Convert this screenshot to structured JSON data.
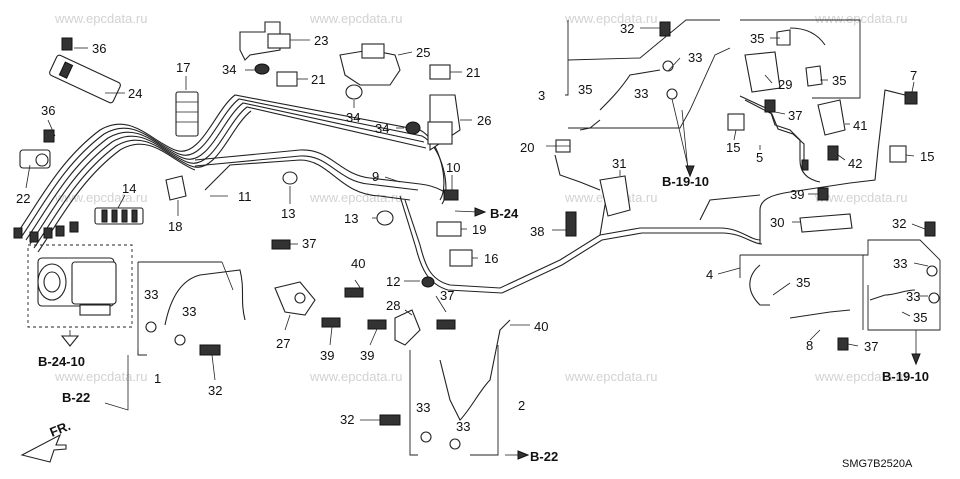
{
  "watermark": "www.epcdata.ru",
  "diagram_code": "SMG7B2520A",
  "front_arrow_label": "FR.",
  "refs": {
    "b24_10": "B-24-10",
    "b22_left": "B-22",
    "b24": "B-24",
    "b22_bottom": "B-22",
    "b19_10_top": "B-19-10",
    "b19_10_right": "B-19-10"
  },
  "callouts": {
    "c36a": "36",
    "c24": "24",
    "c36b": "36",
    "c22": "22",
    "c14": "14",
    "c17": "17",
    "c23": "23",
    "c34a": "34",
    "c21a": "21",
    "c25": "25",
    "c21b": "21",
    "c34b": "34",
    "c34c": "34",
    "c26": "26",
    "c18": "18",
    "c11": "11",
    "c13a": "13",
    "c9": "9",
    "c10": "10",
    "c13b": "13",
    "c19": "19",
    "c16": "16",
    "c37a": "37",
    "c40a": "40",
    "c12": "12",
    "c37b": "37",
    "c33a": "33",
    "c33b": "33",
    "c1": "1",
    "c32a": "32",
    "c27": "27",
    "c39a": "39",
    "c28": "28",
    "c39b": "39",
    "c40b": "40",
    "c2": "2",
    "c33c": "33",
    "c33d": "33",
    "c32b": "32",
    "c32c": "32",
    "c33e": "33",
    "c3": "3",
    "c35a": "35",
    "c33f": "33",
    "c20": "20",
    "c31": "31",
    "c38": "38",
    "c35b": "35",
    "c29": "29",
    "c35c": "35",
    "c7": "7",
    "c37c": "37",
    "c15a": "15",
    "c5": "5",
    "c41": "41",
    "c42": "42",
    "c15b": "15",
    "c39c": "39",
    "c30": "30",
    "c32d": "32",
    "c4": "4",
    "c33g": "33",
    "c35d": "35",
    "c33h": "33",
    "c35e": "35",
    "c8": "8",
    "c37d": "37"
  }
}
